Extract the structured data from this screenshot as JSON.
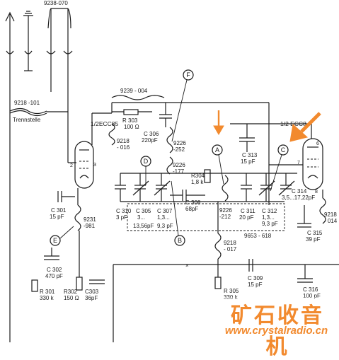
{
  "parts": {
    "code_top": "9238-070",
    "code_9218_101": "9218 -101",
    "trennstelle": "Trennstelle",
    "code_9239_004": "9239 - 004",
    "tube_left": "1/2ECC85",
    "tube_right": "1/2 ECC8",
    "r303": "R 303",
    "r303_val": "100 Ω",
    "c306": "C 306",
    "c306_val": "220pF",
    "code_9218_016": "9218",
    "code_9218_016b": "- 016",
    "code_9226_252": "9226",
    "code_9226_252b": "-252",
    "code_9226_177": "9226",
    "code_9226_177b": "-177",
    "r304": "R304",
    "r304_val": "1,8 k",
    "c313": "C 313",
    "c313_val": "15 pF",
    "c301": "C 301",
    "c301_val": "15 pF",
    "code_9231_981": "9231",
    "code_9231_981b": "-981",
    "c310": "C 310",
    "c310_val": "3 pF",
    "c305": "C 305",
    "c305_val": "3...",
    "c307": "C 307",
    "c307_val": "1,3...",
    "c305_307_range": "13,56pF",
    "c307_range": "9,3 pF",
    "c308": "C 308",
    "c308_val": "68pF",
    "code_9226_212": "9226",
    "code_9226_212b": "-212",
    "c311": "C 311",
    "c311_val": "20 pF",
    "c312": "C 312",
    "c312_val": "1,3...",
    "c312_range": "9,3 pF",
    "c314": "C 314",
    "c314_val": "3,5...17,22pF",
    "code_9653_618": "9653 - 618",
    "code_9218_014": "9218",
    "code_9218_014b": "- 014",
    "c315": "C 315",
    "c315_val": "39 pF",
    "code_9218_017": "9218",
    "code_9218_017b": "- 017",
    "c302": "C 302",
    "c302_val": "470 pF",
    "r301": "R 301",
    "r301_val": "330 k",
    "r302": "R302",
    "r302_val": "150 Ω",
    "c303": "C303",
    "c303_val": "36pF",
    "c309": "C 309",
    "c309_val": "15 pF",
    "r305": "R 305",
    "r305_val": "330 k",
    "c316": "C 316",
    "c316_val": "100 pF",
    "cross_mark": "×"
  },
  "callouts": {
    "A": "A",
    "B": "B",
    "C": "C",
    "D": "D",
    "E": "E",
    "F": "F"
  },
  "watermark": {
    "title": "矿石收音机",
    "url": "www.crystalradio.cn"
  },
  "colors": {
    "ink": "#1a1a1a",
    "paper": "#ffffff",
    "accent": "#f28a2e"
  }
}
